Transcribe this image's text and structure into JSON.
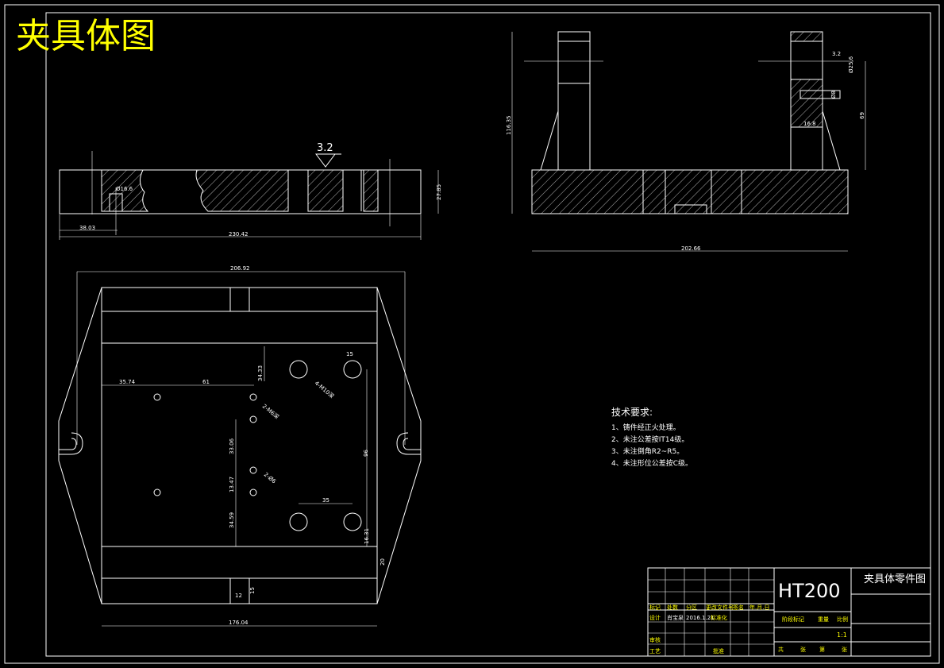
{
  "title": "夹具体图",
  "surface_roughness": "3.2",
  "front_view_dims": {
    "hole": "Ø16.6",
    "left_offset": "38.03",
    "length": "230.42",
    "height": "27.85"
  },
  "side_view_dims": {
    "total_height": "116.35",
    "width": "202.66",
    "roughness": "3.2",
    "top_dim": "Ø25.6",
    "hole": "Ø8",
    "offset": "16.8",
    "height": "69"
  },
  "plan_view_dims": {
    "overall_width": "206.92",
    "d_15": "15",
    "d_34_33": "34.33",
    "d_35_74": "35.74",
    "d_61": "61",
    "hole_note_1": "4-M10深",
    "hole_note_2": "2-M6深",
    "hole_note_3": "2-Ø6",
    "d_33_06": "33.06",
    "d_96": "96",
    "d_13_47": "13.47",
    "d_35": "35",
    "d_34_59": "34.59",
    "d_16_31": "16.31",
    "d_20": "20",
    "d_12": "12",
    "d_15b": "15",
    "base_width": "176.04"
  },
  "tech_requirements": {
    "heading": "技术要求:",
    "items": [
      "1、铸件经正火处理。",
      "2、未注公差按IT14级。",
      "3、未注倒角R2~R5。",
      "4、未注形位公差按C级。"
    ]
  },
  "title_block": {
    "material": "HT200",
    "drawing_name": "夹具体零件图",
    "row_headers": [
      "标记",
      "处数",
      "分区",
      "更改文件号",
      "签名",
      "年.月.日"
    ],
    "design_label": "设计",
    "designer": "肖宝泉",
    "date": "2016.1.21",
    "standardize": "标准化",
    "review": "审核",
    "process": "工艺",
    "approve": "批准",
    "stage_label": "阶段标记",
    "weight_label": "重量",
    "scale_label": "比例",
    "scale": "1:1",
    "sheets_total": "共",
    "sheet_label": "张",
    "sheet_no": "第",
    "sheet_label2": "张"
  }
}
